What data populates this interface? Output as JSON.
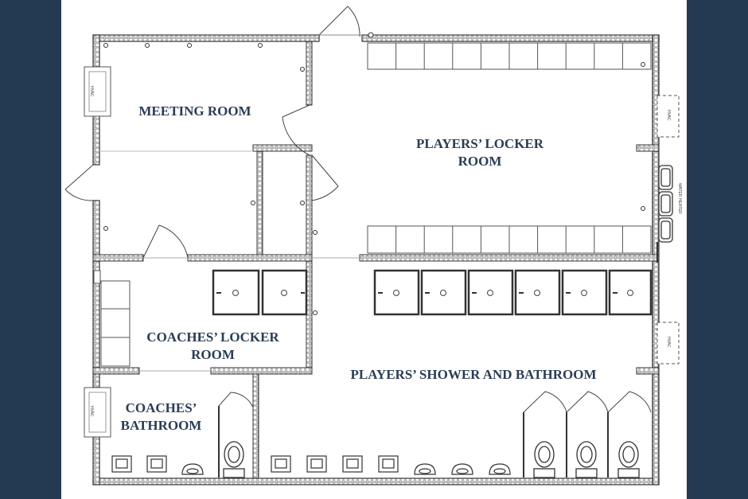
{
  "colors": {
    "background": "#243a52",
    "paper": "#ffffff",
    "wall": "#555555",
    "label": "#2a3d55"
  },
  "rooms": {
    "meeting": "MEETING ROOM",
    "players_locker_line1": "PLAYERS’ LOCKER",
    "players_locker_line2": "ROOM",
    "coaches_locker_line1": "COACHES’ LOCKER",
    "coaches_locker_line2": "ROOM",
    "players_shower": "PLAYERS’ SHOWER AND BATHROOM",
    "coaches_bath_line1": "COACHES’",
    "coaches_bath_line2": "BATHROOM"
  },
  "fixtures": {
    "hvac": "HVAC",
    "water_heater": "WATER HEATER"
  }
}
